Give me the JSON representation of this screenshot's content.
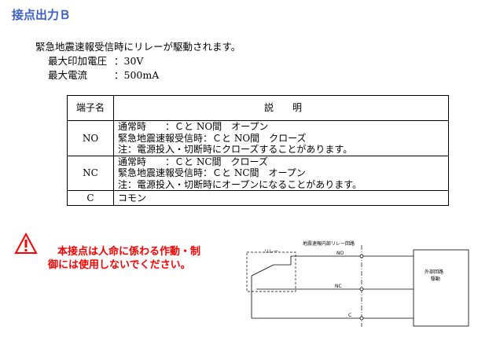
{
  "title": "接点出力Ｂ",
  "intro": "緊急地震速報受信時にリレーが駆動されます。",
  "specs": [
    {
      "label": "最大印加電圧",
      "value": "：30V"
    },
    {
      "label": "最大電流",
      "value": "：500mA"
    }
  ],
  "table": {
    "header": {
      "terminal": "端子名",
      "description": "説　　明"
    },
    "rows": [
      {
        "terminal": "NO",
        "lines": [
          "通常時　　：Ｃと NO間　オープン",
          "緊急地震速報受信時：Ｃと NO間　クローズ",
          "注：電源投入・切断時にクローズすることがあります。"
        ]
      },
      {
        "terminal": "NC",
        "lines": [
          "通常時　　：Ｃと NC間　クローズ",
          "緊急地震速報受信時：Ｃと NC間　オープン",
          "注：電源投入・切断時にオープンになることがあります。"
        ]
      },
      {
        "terminal": "C",
        "lines": [
          "コモン"
        ]
      }
    ]
  },
  "warning": {
    "line1": "本接点は人命に係わる作動・制",
    "line2": "御には使用しないでください。",
    "icon": "warning-triangle-icon"
  },
  "diagram": {
    "circuit_title": "地震速報内部リレー回路",
    "relay_label": "リレー",
    "no_label": "NO",
    "nc_label": "NC",
    "c_label": "C",
    "external_line1": "外部回路",
    "external_line2": "駆動"
  }
}
